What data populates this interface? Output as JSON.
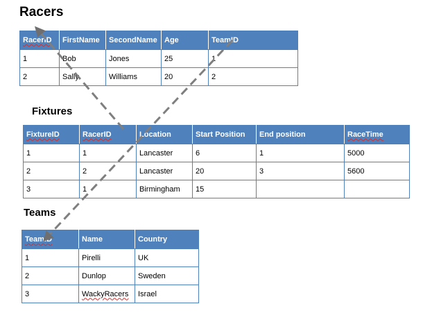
{
  "racers": {
    "title": "Racers",
    "columns": [
      "RacerID",
      "FirstName",
      "SecondName",
      "Age",
      "TeamID"
    ],
    "rows": [
      [
        "1",
        "Bob",
        "Jones",
        "25",
        "1"
      ],
      [
        "2",
        "Sally",
        "Williams",
        "20",
        "2"
      ]
    ]
  },
  "fixtures": {
    "title": "Fixtures",
    "columns": [
      "FixtureID",
      "RacerID",
      "Location",
      "Start Position",
      "End position",
      "RaceTime"
    ],
    "rows": [
      [
        "1",
        "1",
        "Lancaster",
        "6",
        "1",
        "5000"
      ],
      [
        "2",
        "2",
        "Lancaster",
        "20",
        "3",
        "5600"
      ],
      [
        "3",
        "1",
        "Birmingham",
        "15",
        "",
        ""
      ]
    ]
  },
  "teams": {
    "title": "Teams",
    "columns": [
      "TeamID",
      "Name",
      "Country"
    ],
    "rows": [
      [
        "1",
        "Pirelli",
        "UK"
      ],
      [
        "2",
        "Dunlop",
        "Sweden"
      ],
      [
        "3",
        "WackyRacers",
        "Israel"
      ]
    ]
  },
  "colors": {
    "header_fill": "#4f81bd",
    "border": "#4f81bd",
    "arrow": "#7f7f7f",
    "spellcheck_underline": "#d03030"
  },
  "relationships": [
    {
      "from": "fixtures.RacerID",
      "to": "racers.RacerID"
    },
    {
      "from": "racers.TeamID",
      "to": "teams.TeamID"
    }
  ]
}
